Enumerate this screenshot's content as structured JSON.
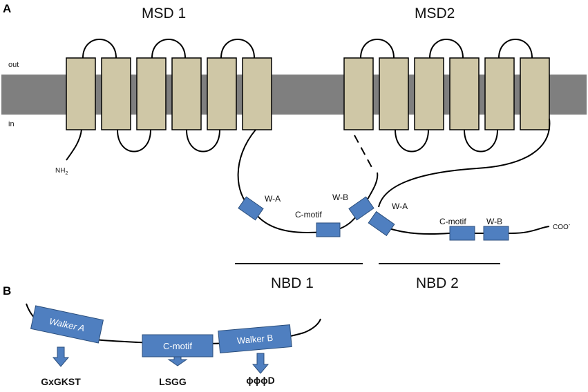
{
  "panel_a": {
    "label": "A",
    "msd1_label": "MSD 1",
    "msd2_label": "MSD2",
    "out_label": "out",
    "in_label": "in",
    "n_terminus": "NH",
    "n_terminus_sub": "2",
    "c_terminus": "COO",
    "c_terminus_sup": "-",
    "nbd1": {
      "walker_a": "W-A",
      "c_motif": "C-motif",
      "walker_b": "W-B",
      "label": "NBD 1"
    },
    "nbd2": {
      "walker_a": "W-A",
      "c_motif": "C-motif",
      "walker_b": "W-B",
      "label": "NBD 2"
    }
  },
  "panel_b": {
    "label": "B",
    "walker_a": {
      "name": "Walker A",
      "sequence": "GxGKST"
    },
    "c_motif": {
      "name": "C-motif",
      "sequence": "LSGG"
    },
    "walker_b": {
      "name": "Walker B",
      "sequence": "ϕϕϕD"
    }
  },
  "colors": {
    "membrane": "#7f7f7f",
    "helix": "#cfc7a6",
    "motif_box": "#4f7fc0"
  }
}
